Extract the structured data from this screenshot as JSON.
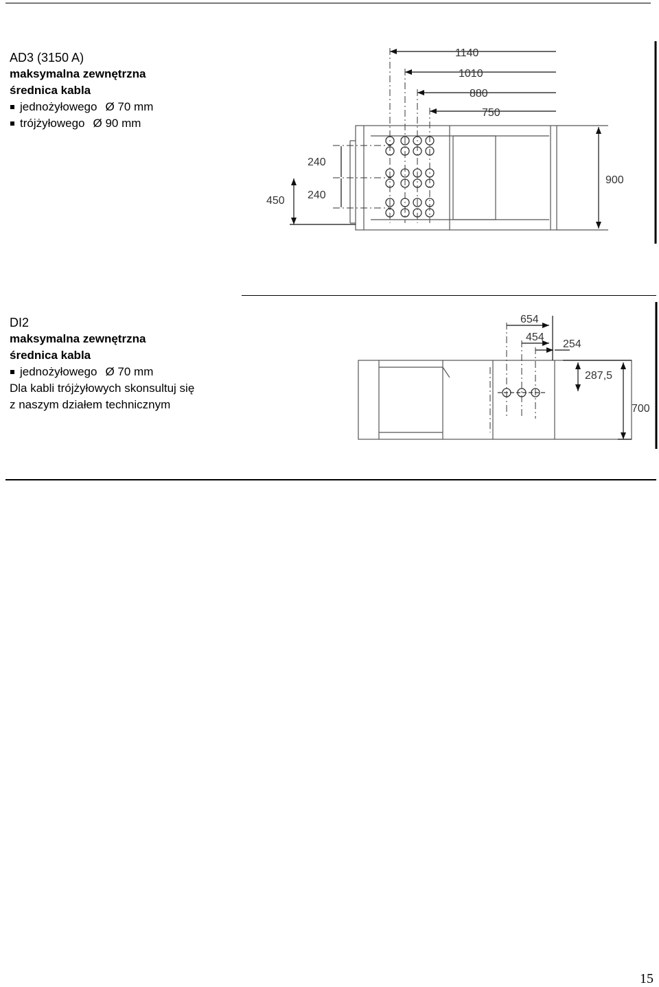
{
  "section1": {
    "title": "AD3 (3150 A)",
    "subtitle_line1": "maksymalna zewnętrzna",
    "subtitle_line2": "średnica kabla",
    "items": [
      {
        "label": "jednożyłowego",
        "value": "Ø 70 mm"
      },
      {
        "label": "trójżyłowego",
        "value": "Ø 90 mm"
      }
    ]
  },
  "section2": {
    "title": "DI2",
    "subtitle_line1": "maksymalna zewnętrzna",
    "subtitle_line2": "średnica kabla",
    "items": [
      {
        "label": "jednożyłowego",
        "value": "Ø 70 mm"
      }
    ],
    "note_line1": "Dla kabli trójżyłowych skonsultuj się",
    "note_line2": "z naszym działem technicznym"
  },
  "drawing1": {
    "dims_top": [
      "1140",
      "1010",
      "880",
      "750"
    ],
    "dim_240a": "240",
    "dim_240b": "240",
    "dim_450": "450",
    "dim_900": "900"
  },
  "drawing2": {
    "dim_654": "654",
    "dim_454": "454",
    "dim_254": "254",
    "dim_287": "287,5",
    "dim_700": "700"
  },
  "page_number": "15"
}
